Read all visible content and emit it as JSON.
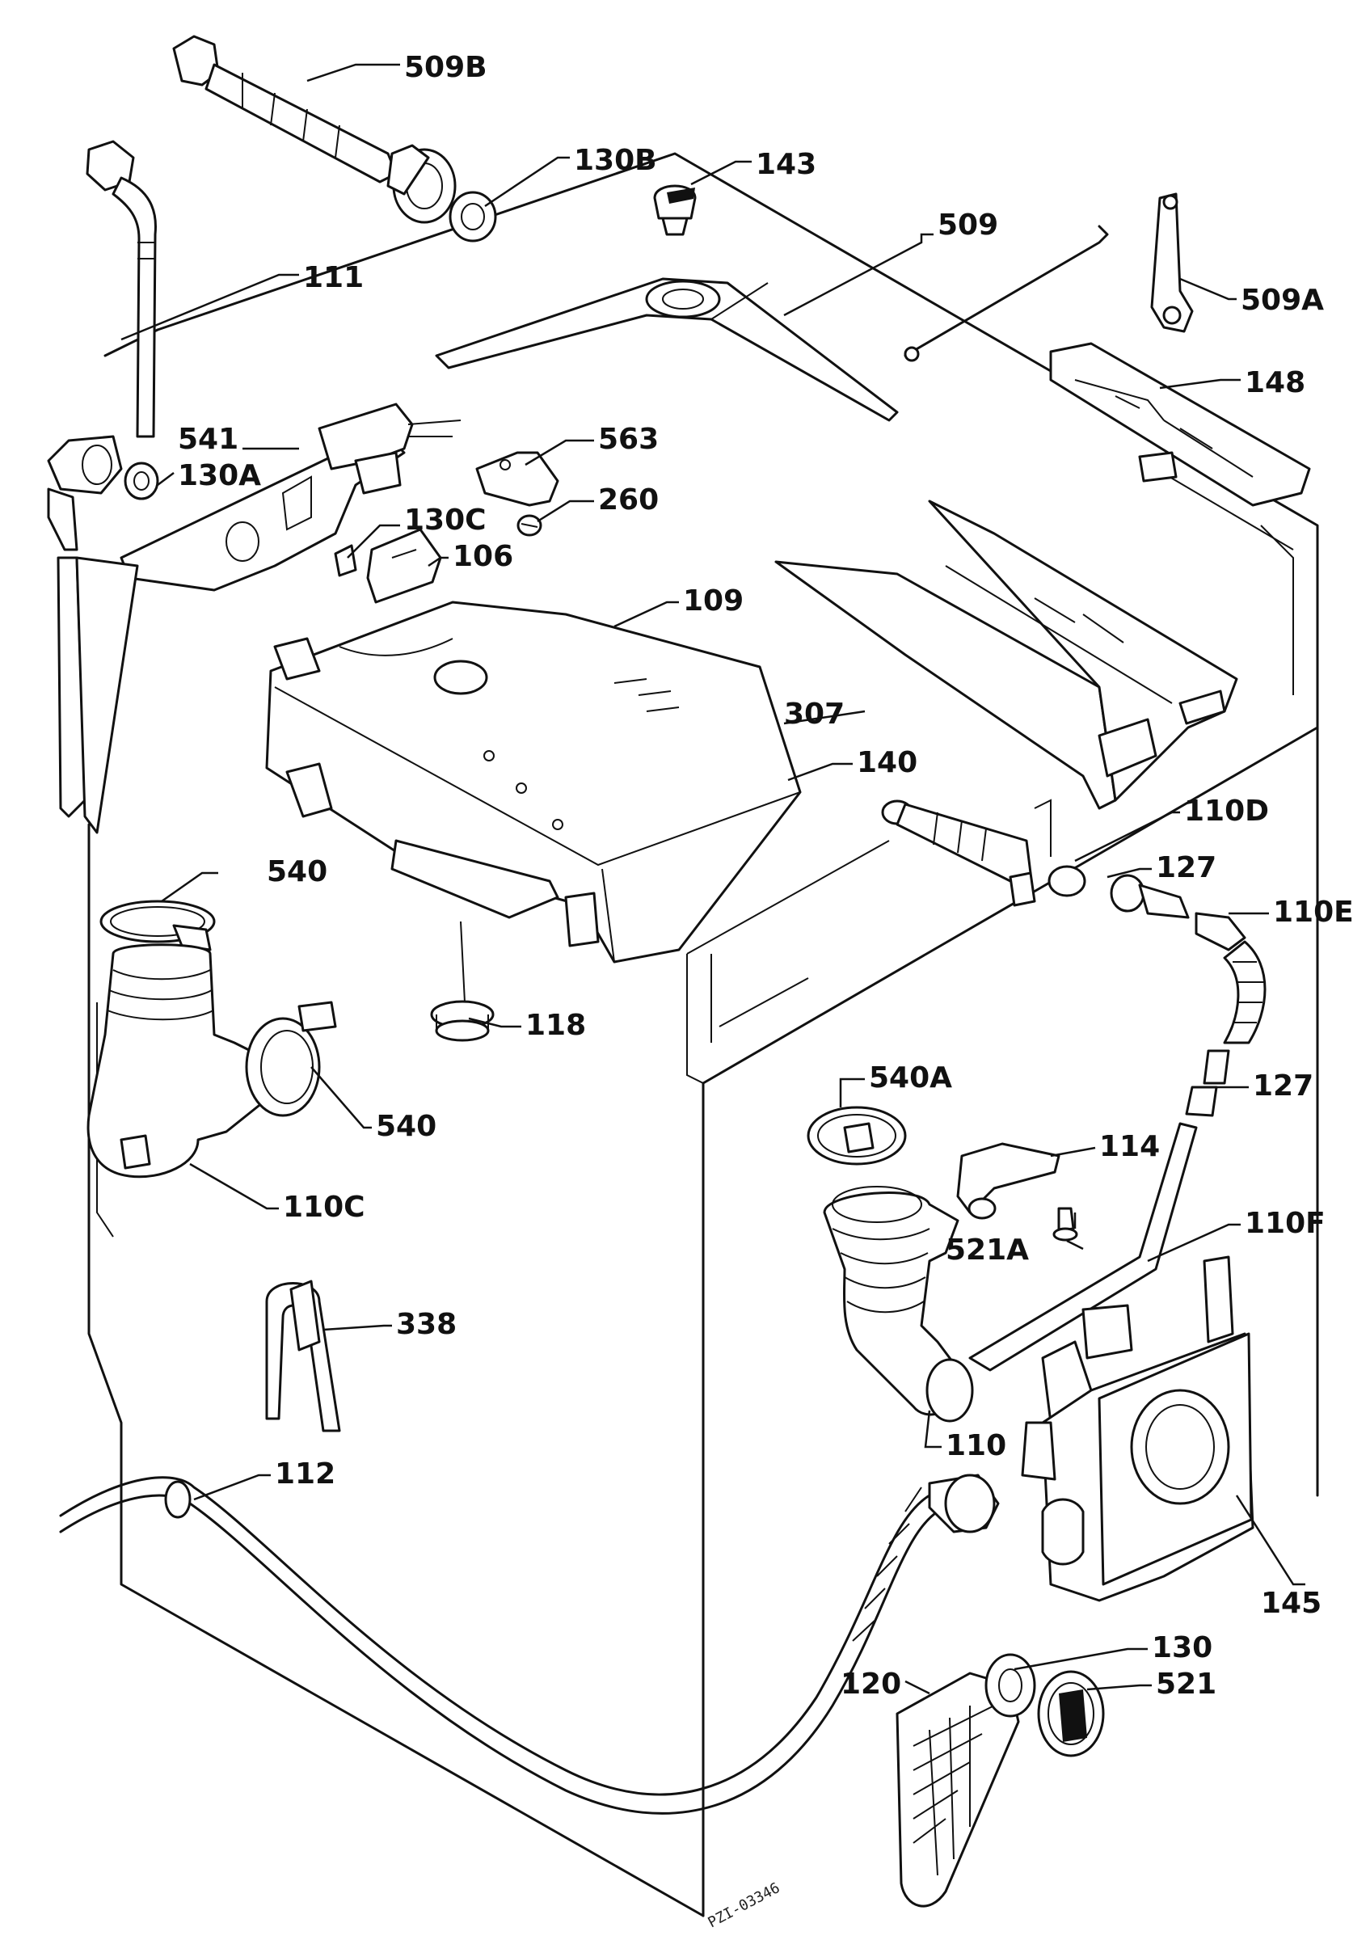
{
  "drawing_code": "PZI-03346",
  "labels": {
    "p509B": "509B",
    "p130B": "130B",
    "p143": "143",
    "p509": "509",
    "p111": "111",
    "p509A": "509A",
    "p148": "148",
    "p541": "541",
    "p130A": "130A",
    "p563": "563",
    "p260": "260",
    "p130C": "130C",
    "p106": "106",
    "p109": "109",
    "p307": "307",
    "p140": "140",
    "p110D": "110D",
    "p540top": "540",
    "p127top": "127",
    "p110E": "110E",
    "p118": "118",
    "p540side": "540",
    "p110C": "110C",
    "p540A": "540A",
    "p127mid": "127",
    "p114": "114",
    "p110F": "110F",
    "p521A": "521A",
    "p338": "338",
    "p110": "110",
    "p112": "112",
    "p145": "145",
    "p130": "130",
    "p120": "120",
    "p521": "521"
  }
}
